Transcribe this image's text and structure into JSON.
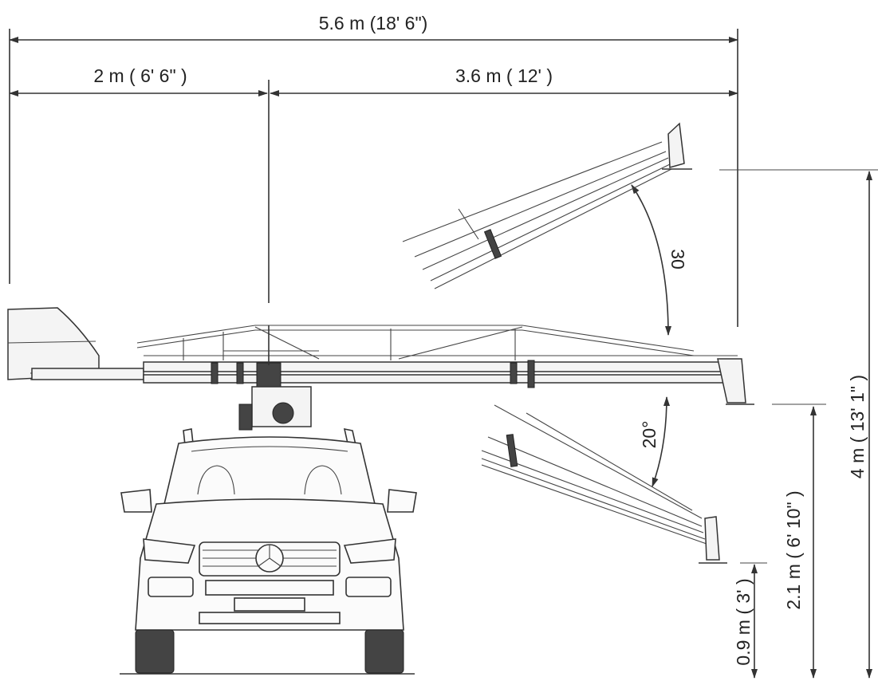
{
  "dimensions": {
    "total_length": "5.6 m (18' 6\")",
    "rear_length": "2 m ( 6' 6\" )",
    "front_length": "3.6 m ( 12' )",
    "max_height": "4 m ( 13' 1\" )",
    "mid_height": "2.1 m ( 6' 10\" )",
    "low_height": "0.9 m ( 3' )"
  },
  "angles": {
    "up": "30",
    "down": "20°"
  },
  "colors": {
    "line": "#333333",
    "background": "#ffffff"
  }
}
